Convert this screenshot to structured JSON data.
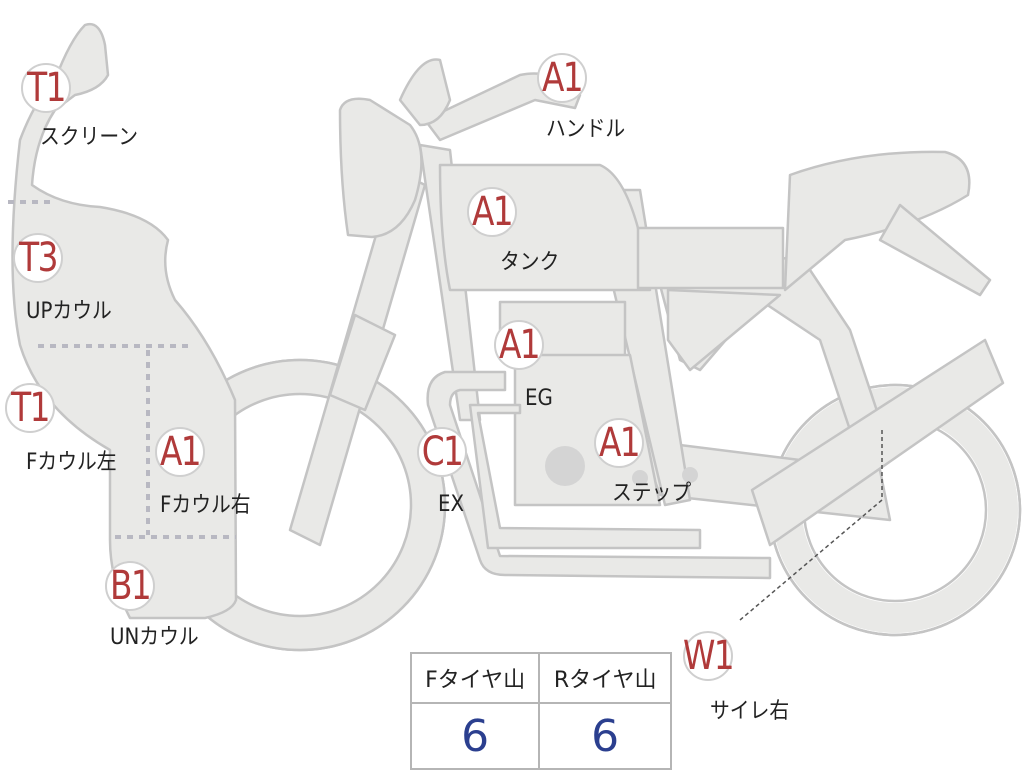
{
  "parts": [
    {
      "id": "screen",
      "grade": "T1",
      "label": "スクリーン"
    },
    {
      "id": "up-cowl",
      "grade": "T3",
      "label": "UPカウル"
    },
    {
      "id": "f-cowl-left",
      "grade": "T1",
      "label": "Fカウル左"
    },
    {
      "id": "f-cowl-right",
      "grade": "A1",
      "label": "Fカウル右"
    },
    {
      "id": "un-cowl",
      "grade": "B1",
      "label": "UNカウル"
    },
    {
      "id": "handle",
      "grade": "A1",
      "label": "ハンドル"
    },
    {
      "id": "tank",
      "grade": "A1",
      "label": "タンク"
    },
    {
      "id": "engine",
      "grade": "A1",
      "label": "EG"
    },
    {
      "id": "exhaust",
      "grade": "C1",
      "label": "EX"
    },
    {
      "id": "step",
      "grade": "A1",
      "label": "ステップ"
    },
    {
      "id": "silencer",
      "grade": "W1",
      "label": "サイレ右"
    }
  ],
  "tire_table": {
    "headers": [
      "Fタイヤ山",
      "Rタイヤ山"
    ],
    "values": [
      "6",
      "6"
    ]
  },
  "colors": {
    "grade": "#b03a3a",
    "tire_value": "#2b3f8f",
    "body_fill": "#e9e9e7",
    "body_stroke": "#c4c4c4"
  }
}
